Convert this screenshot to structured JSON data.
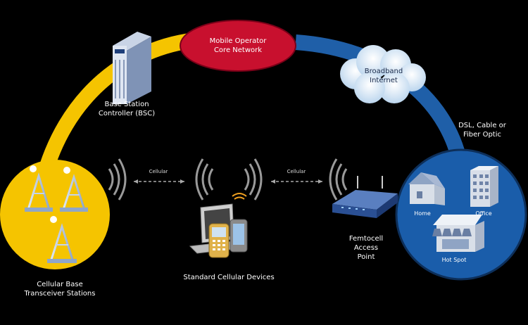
{
  "network": {
    "core_line1": "Mobile Operator",
    "core_line2": "Core Network",
    "internet_line1": "Broadband",
    "internet_line2": "Internet"
  },
  "bsc": {
    "line1": "Base Station",
    "line2": "Controller (BSC)"
  },
  "bts": {
    "line1": "Cellular Base",
    "line2": "Transceiver Stations"
  },
  "devices": {
    "label": "Standard Cellular Devices"
  },
  "links": {
    "left": "Cellular",
    "right": "Cellular"
  },
  "femtocell": {
    "line1": "Femtocell",
    "line2": "Access",
    "line3": "Point"
  },
  "backhaul": {
    "line1": "DSL, Cable or",
    "line2": "Fiber Optic"
  },
  "locations": {
    "home": "Home",
    "office": "Office",
    "hotspot": "Hot Spot"
  },
  "colors": {
    "background": "#000000",
    "cellular_arc": "#f5c400",
    "broadband_arc": "#1f5fa8",
    "core_network": "#c8102e",
    "premises_circle": "#1a5daa"
  }
}
